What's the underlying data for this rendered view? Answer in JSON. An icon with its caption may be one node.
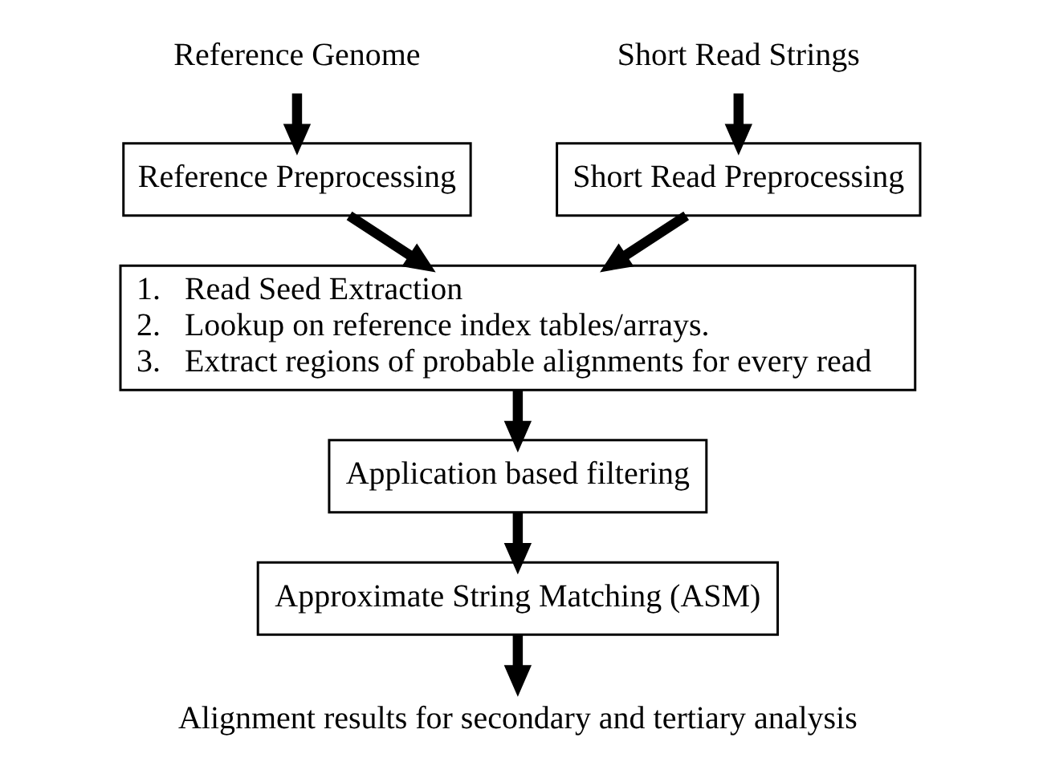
{
  "diagram": {
    "nodes": [
      {
        "text": [
          "Reference Genome"
        ]
      },
      {
        "text": [
          "Short Read Strings"
        ]
      },
      {
        "text": [
          "Reference Preprocessing"
        ]
      },
      {
        "text": [
          "Short Read Preprocessing"
        ]
      },
      {
        "text": [
          "1.   Read Seed Extraction",
          "2.   Lookup on reference index tables/arrays.",
          "3.   Extract regions of probable alignments for every read"
        ]
      },
      {
        "text": [
          "Application based filtering"
        ]
      },
      {
        "text": [
          "Approximate String Matching (ASM)"
        ]
      },
      {
        "text": [
          "Alignment results for secondary and tertiary analysis"
        ]
      }
    ],
    "edges": [
      {
        "from": 0,
        "to": 2,
        "arrow": "to"
      },
      {
        "from": 1,
        "to": 3,
        "arrow": "to"
      },
      {
        "from": 2,
        "to": 4,
        "arrow": "to"
      },
      {
        "from": 3,
        "to": 4,
        "arrow": "to"
      },
      {
        "from": 4,
        "to": 5,
        "arrow": "to"
      },
      {
        "from": 5,
        "to": 6,
        "arrow": "to"
      },
      {
        "from": 6,
        "to": 7,
        "arrow": "to"
      }
    ]
  }
}
